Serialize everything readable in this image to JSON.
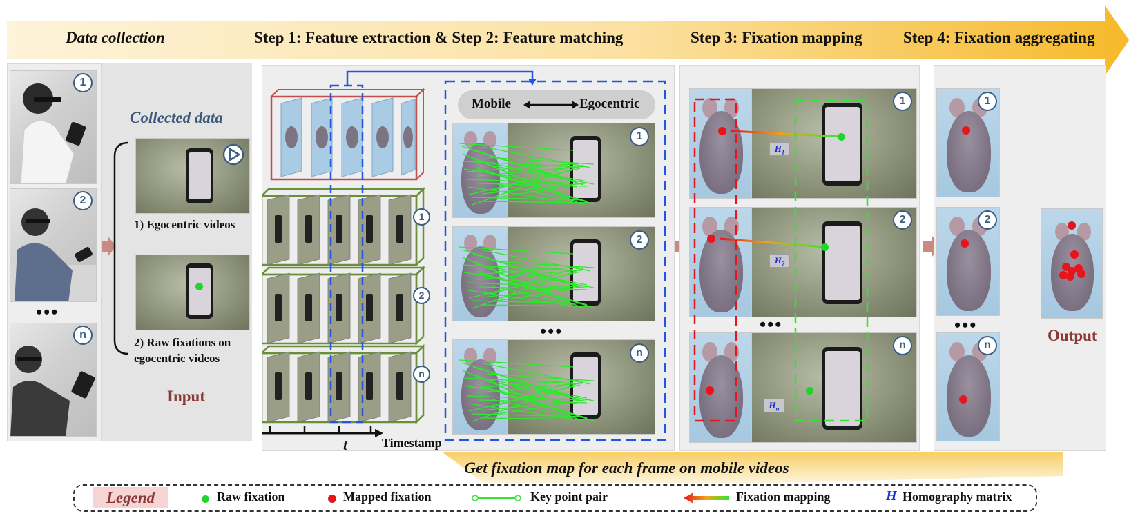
{
  "header": {
    "data_collection": "Data collection",
    "steps_1_2": "Step 1: Feature extraction  & Step 2: Feature matching",
    "step_3": "Step 3: Fixation mapping",
    "step_4": "Step 4: Fixation aggregating"
  },
  "input": {
    "collected_title": "Collected data",
    "item1": "1) Egocentric videos",
    "item2_line1": "2) Raw fixations on",
    "item2_line2": "egocentric videos",
    "label": "Input"
  },
  "participants": [
    "1",
    "2",
    "n"
  ],
  "matching": {
    "mobile": "Mobile",
    "egocentric": "Egocentric",
    "rows": [
      "1",
      "2",
      "n"
    ],
    "axis_t": "t",
    "axis_label": "Timestamp",
    "stacks": [
      "1",
      "2",
      "n"
    ]
  },
  "mapping": {
    "rows": [
      "1",
      "2",
      "n"
    ],
    "h_labels": [
      "H",
      "H",
      "H"
    ],
    "h_subs": [
      "1",
      "2",
      "n"
    ]
  },
  "aggregation": {
    "rows": [
      "1",
      "2",
      "n"
    ],
    "output_label": "Output"
  },
  "ellipsis": "•••",
  "bottom_caption": "Get fixation map for each frame on mobile videos",
  "legend": {
    "title": "Legend",
    "raw_fixation": "Raw fixation",
    "mapped_fixation": "Mapped fixation",
    "key_point_pair": "Key point pair",
    "fixation_mapping": "Fixation mapping",
    "homography_symbol": "H",
    "homography_matrix": "Homography matrix"
  },
  "colors": {
    "banner": "#f7c23a",
    "raw_fixation": "#20d42a",
    "mapped_fixation": "#e8141b",
    "blue_dash": "#2255e0",
    "green_dash": "#2ee82e",
    "red_dash": "#e8141b",
    "badge": "#3b5d80"
  }
}
